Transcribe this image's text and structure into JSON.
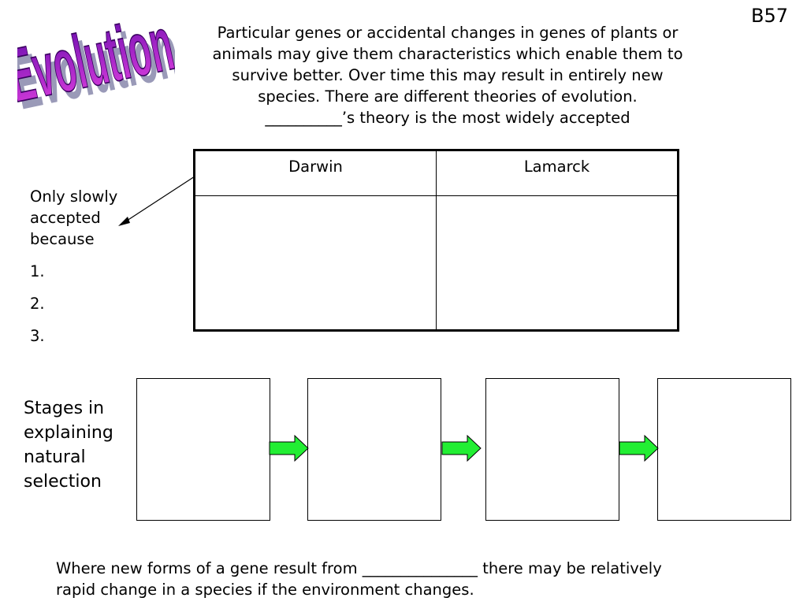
{
  "page_code": "B57",
  "title": "Evolution",
  "intro": {
    "lines": [
      "Particular genes or accidental changes in genes of plants or",
      "animals may give them characteristics which enable them to",
      "survive better. Over time this may result in entirely new",
      "species. There are different theories of evolution.",
      "__________’s theory is the most widely accepted"
    ]
  },
  "table": {
    "headers": [
      "Darwin",
      "Lamarck"
    ]
  },
  "reasons": {
    "lines": [
      "Only slowly",
      "accepted",
      "because"
    ],
    "items": [
      "1.",
      "2.",
      "3."
    ]
  },
  "stages": {
    "label_lines": [
      "Stages in",
      "explaining",
      "natural",
      "selection"
    ],
    "arrow_color": "#22ee33"
  },
  "footer": {
    "lines": [
      "Where new forms of a gene result from  _______________ there may be relatively",
      "rapid change in a species if the environment changes."
    ]
  },
  "colors": {
    "title_fill_top": "#6a0dad",
    "title_fill_bottom": "#e040e0",
    "title_shadow": "#9a9ab8"
  }
}
